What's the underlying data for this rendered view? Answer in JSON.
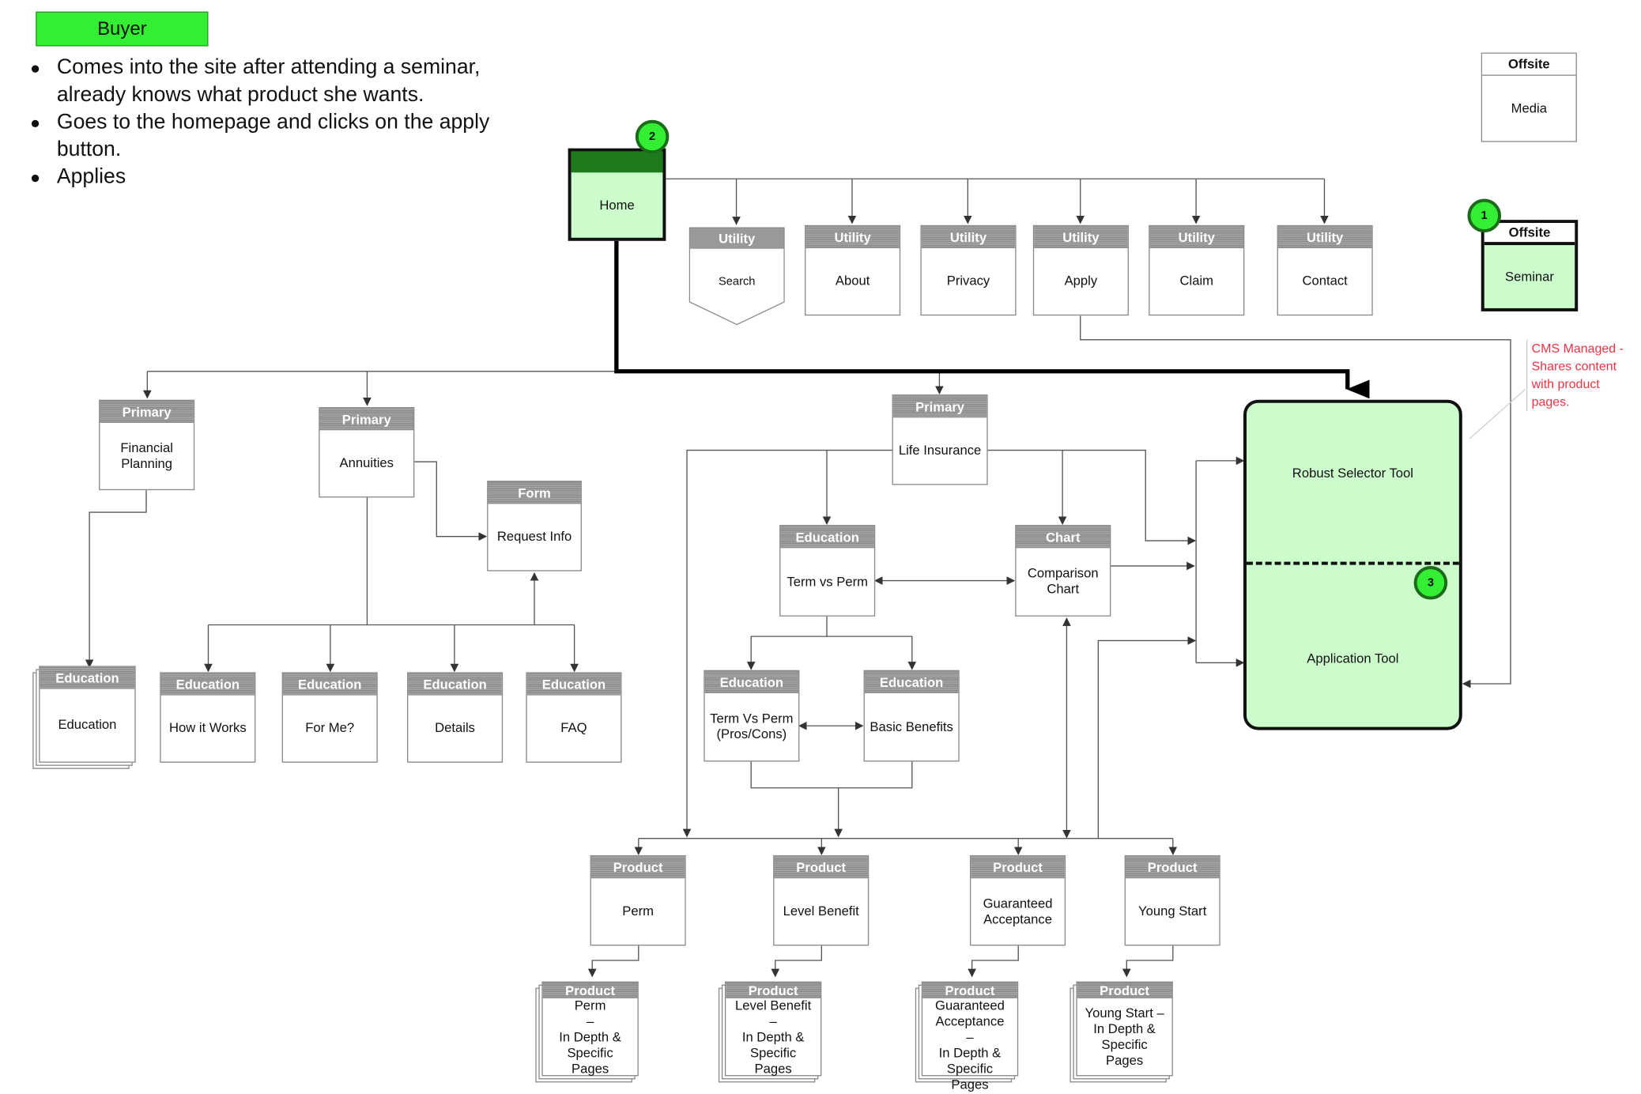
{
  "persona": {
    "label": "Buyer",
    "color": "#33ee33"
  },
  "scenario": [
    "Comes into the site after attending a seminar, already knows what product she wants.",
    "Goes to the homepage and clicks on the apply button.",
    "Applies"
  ],
  "offsite": {
    "media": {
      "header": "Offsite",
      "label": "Media"
    },
    "seminar": {
      "header": "Offsite",
      "label": "Seminar",
      "step": "1"
    }
  },
  "home": {
    "label": "Home",
    "step": "2"
  },
  "utility": [
    {
      "header": "Utility",
      "label": "Search"
    },
    {
      "header": "Utility",
      "label": "About"
    },
    {
      "header": "Utility",
      "label": "Privacy"
    },
    {
      "header": "Utility",
      "label": "Apply"
    },
    {
      "header": "Utility",
      "label": "Claim"
    },
    {
      "header": "Utility",
      "label": "Contact"
    }
  ],
  "primary": {
    "financial": {
      "header": "Primary",
      "label": "Financial\nPlanning"
    },
    "annuities": {
      "header": "Primary",
      "label": "Annuities"
    },
    "life": {
      "header": "Primary",
      "label": "Life Insurance"
    }
  },
  "form": {
    "header": "Form",
    "label": "Request Info"
  },
  "education": {
    "education": {
      "header": "Education",
      "label": "Education"
    },
    "how": {
      "header": "Education",
      "label": "How it Works"
    },
    "forme": {
      "header": "Education",
      "label": "For Me?"
    },
    "details": {
      "header": "Education",
      "label": "Details"
    },
    "faq": {
      "header": "Education",
      "label": "FAQ"
    },
    "termvsperm": {
      "header": "Education",
      "label": "Term vs Perm"
    },
    "proscons": {
      "header": "Education",
      "label": "Term Vs Perm\n(Pros/Cons)"
    },
    "basic": {
      "header": "Education",
      "label": "Basic Benefits"
    }
  },
  "chart": {
    "header": "Chart",
    "label": "Comparison\nChart"
  },
  "tool": {
    "selector": "Robust Selector Tool",
    "application": "Application Tool",
    "step": "3"
  },
  "cms_note": "CMS Managed - Shares content with product pages.",
  "products": [
    {
      "header": "Product",
      "label": "Perm"
    },
    {
      "header": "Product",
      "label": "Level Benefit"
    },
    {
      "header": "Product",
      "label": "Guaranteed\nAcceptance"
    },
    {
      "header": "Product",
      "label": "Young Start"
    }
  ],
  "product_pages": [
    {
      "header": "Product",
      "label": "Perm\n–\nIn Depth &\nSpecific Pages"
    },
    {
      "header": "Product",
      "label": "Level Benefit\n–\nIn Depth &\nSpecific Pages"
    },
    {
      "header": "Product",
      "label": "Guaranteed\nAcceptance\n–\nIn Depth &\nSpecific Pages"
    },
    {
      "header": "Product",
      "label": "Young Start –\nIn Depth &\nSpecific Pages"
    }
  ]
}
